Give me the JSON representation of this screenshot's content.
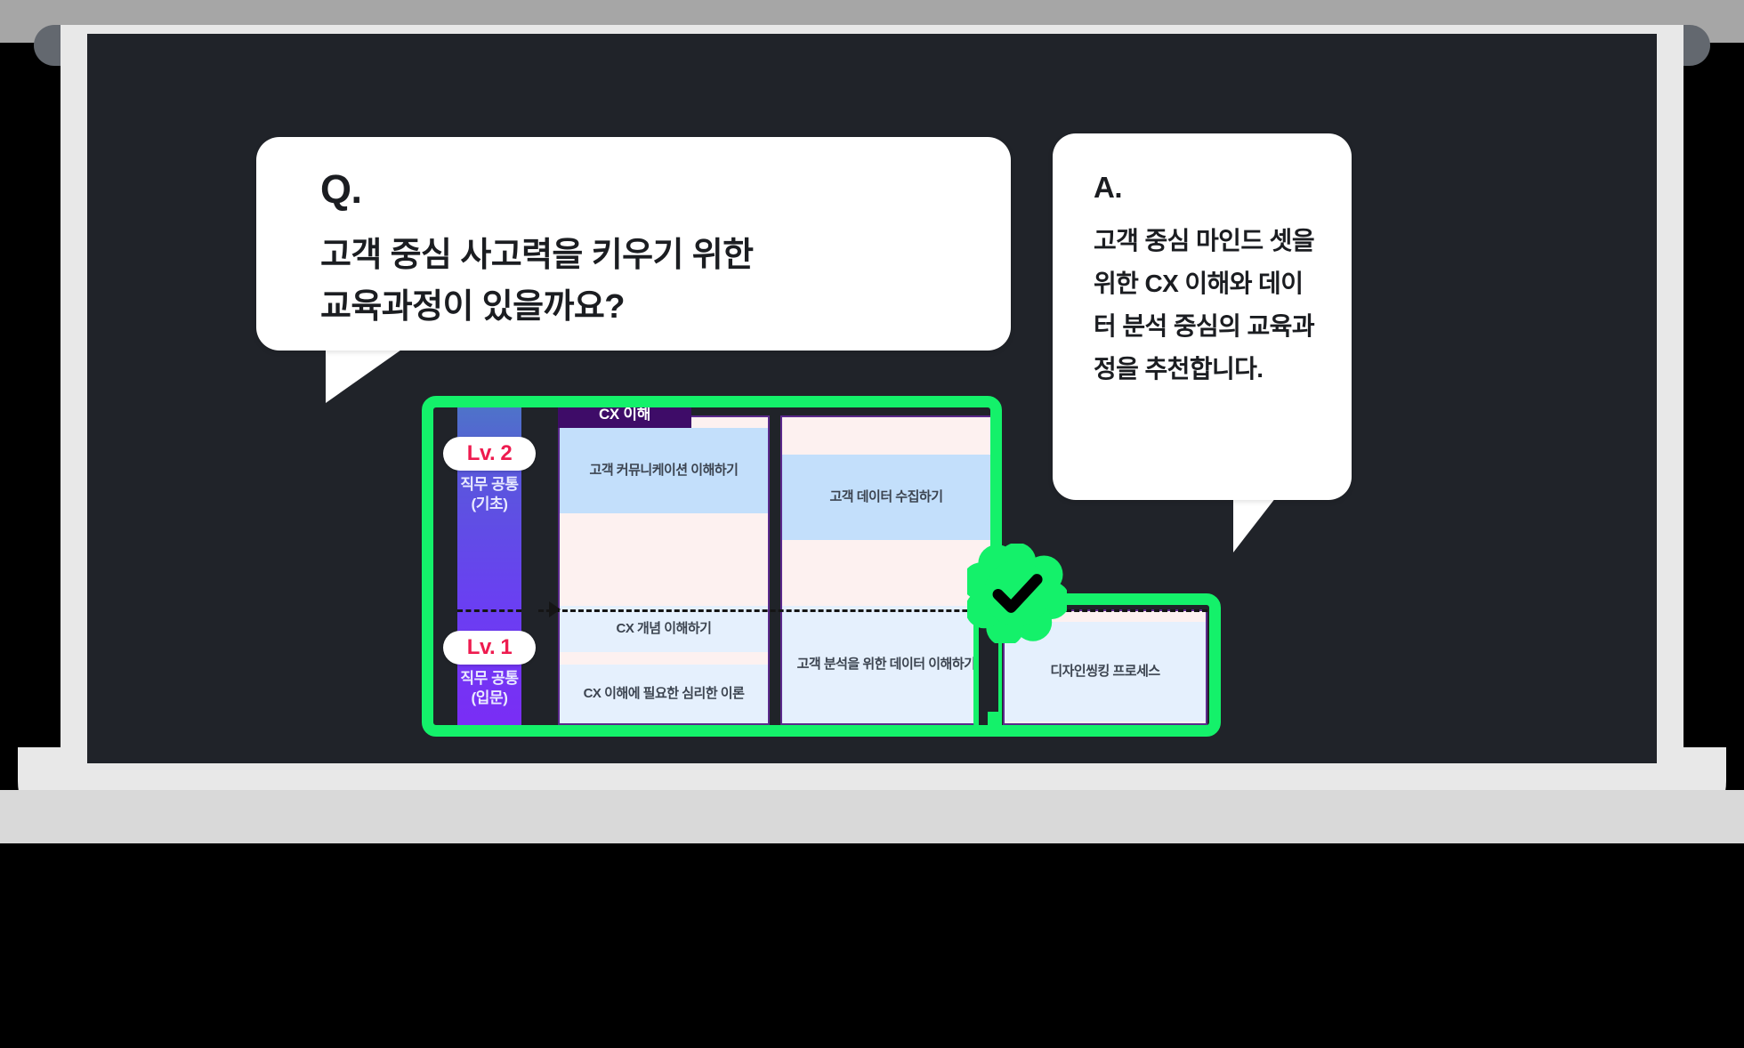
{
  "device": {
    "type": "laptop-frame",
    "screen_bg": "#202329",
    "bezel_color": "#e8e8e8",
    "hinge_color": "#63686f"
  },
  "question_bubble": {
    "marker": "Q.",
    "lines": [
      "고객 중심 사고력을 키우기 위한",
      "교육과정이 있을까요?"
    ]
  },
  "answer_bubble": {
    "marker": "A.",
    "text": "고객 중심 마인드 셋을 위한 CX 이해와 데이터 분석 중심의 교육과정을 추천합니다."
  },
  "curriculum": {
    "highlight_color": "#14f16a",
    "check_badge": {
      "icon": "check-icon",
      "fill": "#14f16a",
      "stroke": "#000000"
    },
    "levels": [
      {
        "badge": "Lv. 2",
        "sub_line1": "직무 공통",
        "sub_line2": "(기초)",
        "badge_text_color": "#ee1b4f"
      },
      {
        "badge": "Lv. 1",
        "sub_line1": "직무 공통",
        "sub_line2": "(입문)",
        "badge_text_color": "#ee1b4f"
      }
    ],
    "columns": [
      {
        "header": "CX 이해",
        "header_bg": "#3e0c68",
        "cells": [
          {
            "label": "고객 커뮤니케이션 이해하기",
            "level": "Lv. 2",
            "bg": "#c3dffb"
          },
          {
            "label": "CX 개념 이해하기",
            "level": "Lv. 1",
            "bg": "#e5f0fd"
          },
          {
            "label": "CX 이해에 필요한 심리한 이론",
            "level": "Lv. 1",
            "bg": "#e5f0fd"
          }
        ]
      },
      {
        "header": "",
        "cells": [
          {
            "label": "고객 데이터 수집하기",
            "level": "Lv. 2",
            "bg": "#c3dffb"
          },
          {
            "label": "고객 분석을 위한 데이터 이해하기",
            "level": "Lv. 1",
            "bg": "#e5f0fd"
          }
        ]
      },
      {
        "header": "",
        "cells": [
          {
            "label": "디자인씽킹 프로세스",
            "level": "Lv. 1",
            "bg": "#e5f0fd"
          }
        ]
      }
    ]
  }
}
